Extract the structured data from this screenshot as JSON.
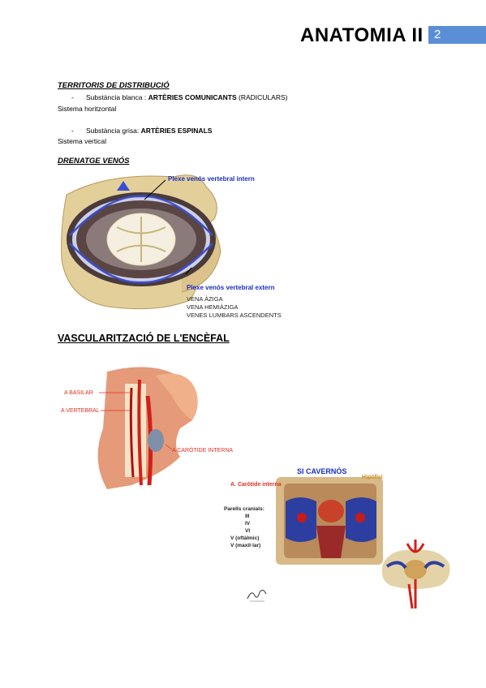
{
  "header": {
    "title": "ANATOMIA II",
    "page_number": "2",
    "accent_color": "#5b8ed6"
  },
  "territoris": {
    "heading": "TERRITORIS DE DISTRIBUCIÓ",
    "item1": {
      "dash": "-",
      "prefix": "Substància blanca : ",
      "bold": "ARTÈRIES COMUNICANTS",
      "suffix": " (RADICULARS)"
    },
    "item1_note": "Sistema horitzontal",
    "item2": {
      "dash": "-",
      "prefix": "Substància grisa: ",
      "bold": "ARTÈRIES ESPINALS",
      "suffix": ""
    },
    "item2_note": "Sistema vertical"
  },
  "drenatge": {
    "heading": "DRENATGE VENÓS",
    "label_intern": "Plexe venós vertebral intern",
    "label_extern": "Plexe venós vertebral extern",
    "veins": [
      "VENA ÀZIGA",
      "VENA HEMIÀZIGA",
      "VENES LUMBARS ASCENDENTS"
    ]
  },
  "vascularitzacio": {
    "heading": "VASCULARITZACIÓ DE L'ENCÈFAL",
    "neck_labels": {
      "basilar": "A BASILAR",
      "vertebral": "A VERTEBRAL",
      "carotide": "A CARÒTIDE INTERNA"
    },
    "sinus": {
      "title": "SI CAVERNÓS",
      "hipofisi": "Hipòfisi",
      "carotide": "A. Caròtide interna",
      "parells_title": "Parells cranials:",
      "parells": [
        "III",
        "IV",
        "VI",
        "V (oftàlmic)",
        "V (maxil·lar)"
      ]
    }
  }
}
